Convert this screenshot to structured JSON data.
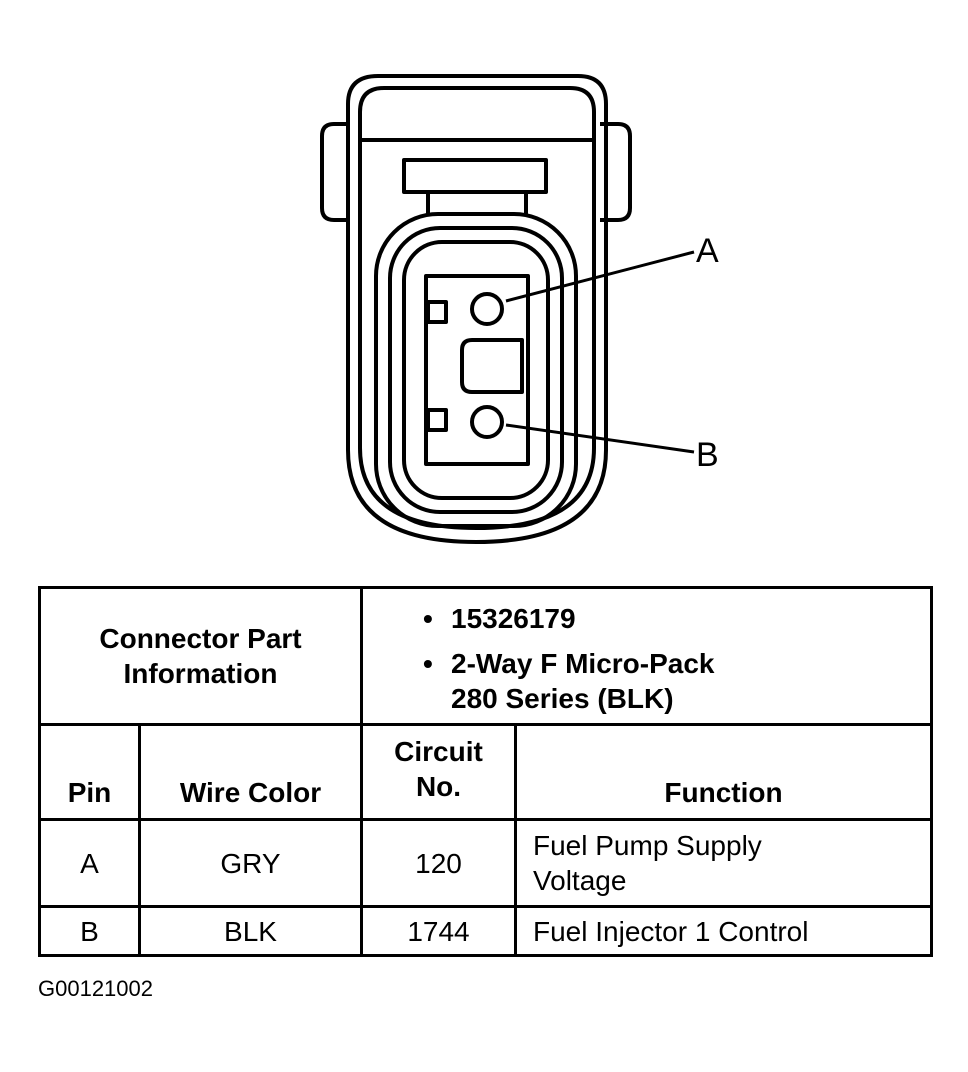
{
  "connector": {
    "pin_labels": [
      "A",
      "B"
    ]
  },
  "table": {
    "info_label_line1": "Connector Part",
    "info_label_line2": "Information",
    "part_bullets": [
      "15326179",
      "2-Way F Micro-Pack"
    ],
    "part_series": "280 Series (BLK)",
    "headers": {
      "pin": "Pin",
      "wire_color": "Wire Color",
      "circuit_line1": "Circuit",
      "circuit_line2": "No.",
      "function": "Function"
    },
    "rows": [
      {
        "pin": "A",
        "wire_color": "GRY",
        "circuit": "120",
        "function_line1": "Fuel Pump Supply",
        "function_line2": "Voltage"
      },
      {
        "pin": "B",
        "wire_color": "BLK",
        "circuit": "1744",
        "function_line1": "Fuel Injector 1 Control"
      }
    ]
  },
  "figure_id": "G00121002"
}
